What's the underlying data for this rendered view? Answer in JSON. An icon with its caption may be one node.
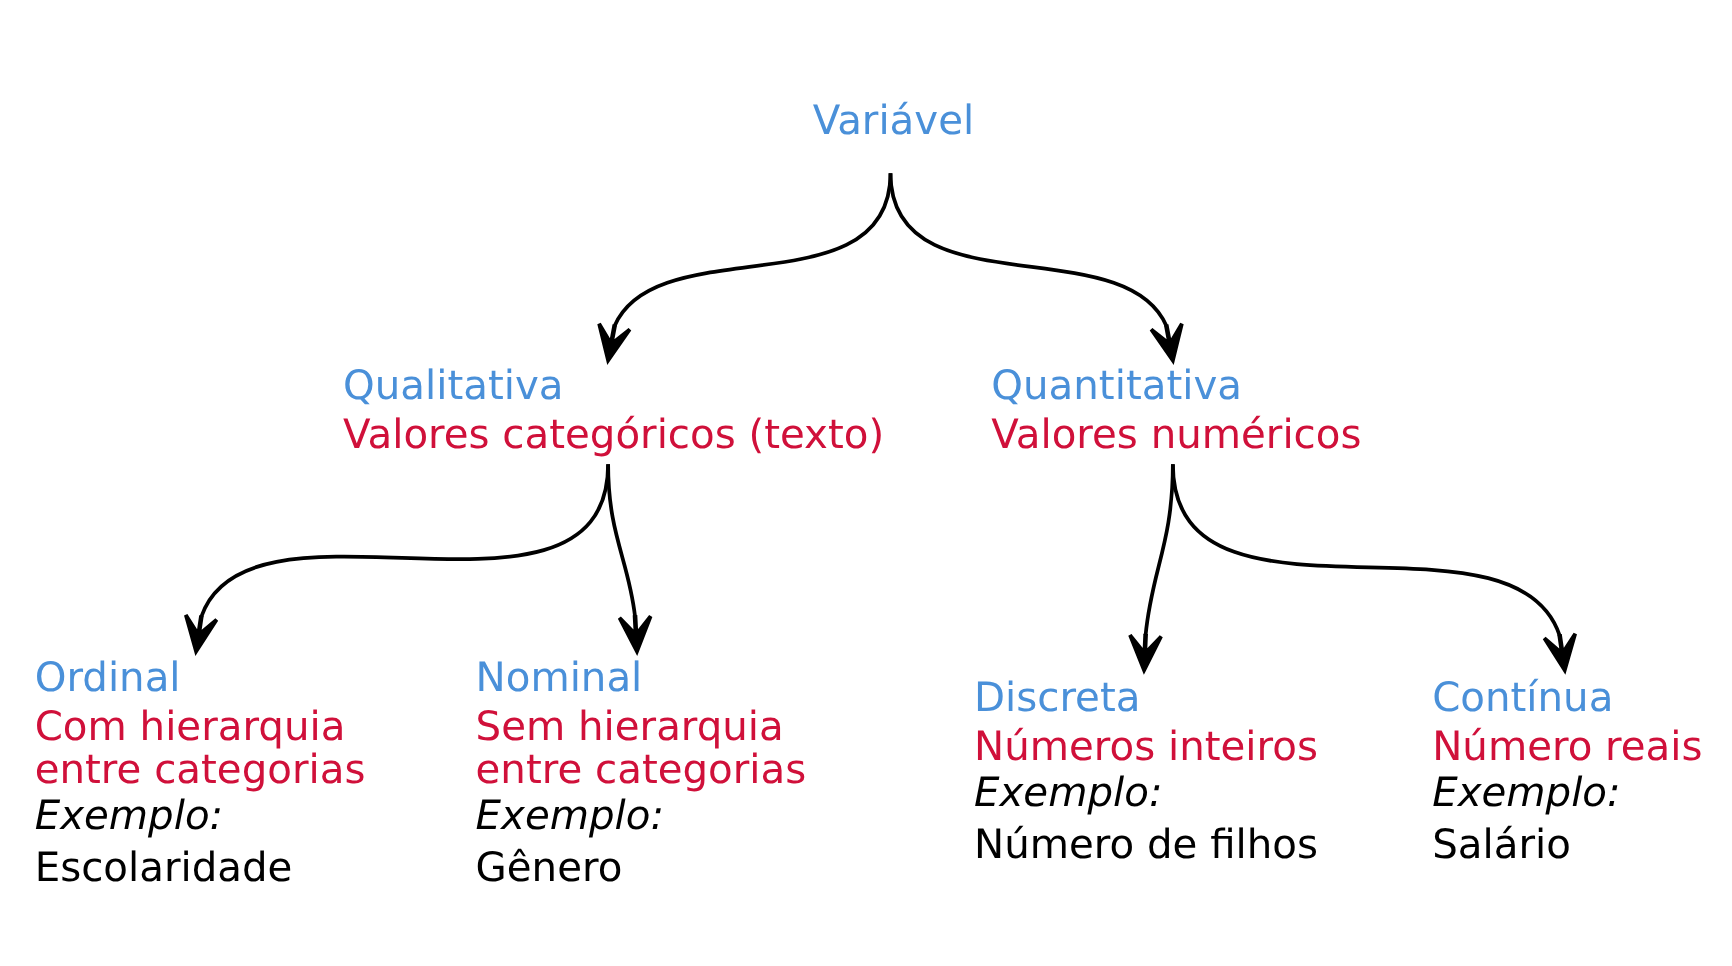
{
  "diagram": {
    "nodes": [
      {
        "text": [
          "Variável"
        ]
      },
      {
        "text": [
          "Qualitativa",
          "Valores categóricos (texto)"
        ]
      },
      {
        "text": [
          "Quantitativa",
          "Valores numéricos"
        ]
      },
      {
        "text": [
          "Ordinal",
          "Com hierarquia entre categorias",
          "Exemplo:",
          "Escolaridade"
        ]
      },
      {
        "text": [
          "Nominal",
          "Sem hierarquia entre categorias",
          "Exemplo:",
          "Gênero"
        ]
      },
      {
        "text": [
          "Discreta",
          "Números inteiros",
          "Exemplo:",
          "Número de filhos"
        ]
      },
      {
        "text": [
          "Contínua",
          "Número reais",
          "Exemplo:",
          "Salário"
        ]
      }
    ],
    "edges": [
      {
        "from": 0,
        "to": 1,
        "arrow": "to"
      },
      {
        "from": 0,
        "to": 2,
        "arrow": "to"
      },
      {
        "from": 1,
        "to": 3,
        "arrow": "to"
      },
      {
        "from": 1,
        "to": 4,
        "arrow": "to"
      },
      {
        "from": 2,
        "to": 5,
        "arrow": "to"
      },
      {
        "from": 2,
        "to": 6,
        "arrow": "to"
      }
    ]
  }
}
